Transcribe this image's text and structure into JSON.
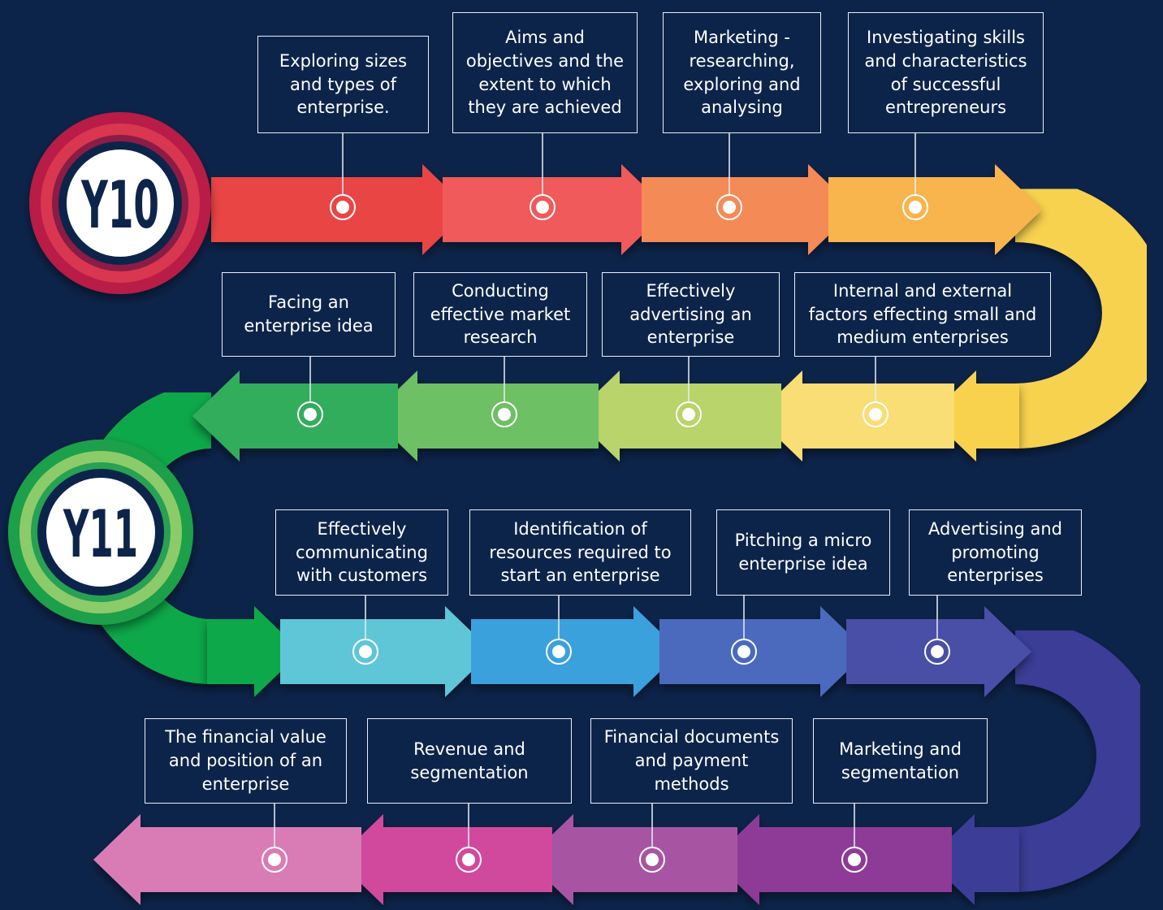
{
  "years": {
    "y10": "Y10",
    "y11": "Y11"
  },
  "colors": {
    "background": "#0d244a",
    "y10_ring": "#c8234a",
    "y11_ring": "#2db454"
  },
  "y10_top": [
    "Exploring sizes and types of enterprise.",
    "Aims and objectives and the extent to which they are achieved",
    "Marketing - researching, exploring and analysing",
    "Investigating skills and characteristics of successful entrepreneurs"
  ],
  "y10_bottom": [
    "Facing an enterprise idea",
    "Conducting effective market research",
    "Effectively advertising an enterprise",
    "Internal and external factors effecting small and medium enterprises"
  ],
  "y11_top": [
    "Effectively communicating with customers",
    "Identification of resources required to start an enterprise",
    "Pitching a micro enterprise idea",
    "Advertising and promoting enterprises"
  ],
  "y11_bottom": [
    "The financial value and position of an enterprise",
    "Revenue and segmentation",
    "Financial documents and payment methods",
    "Marketing and segmentation"
  ]
}
